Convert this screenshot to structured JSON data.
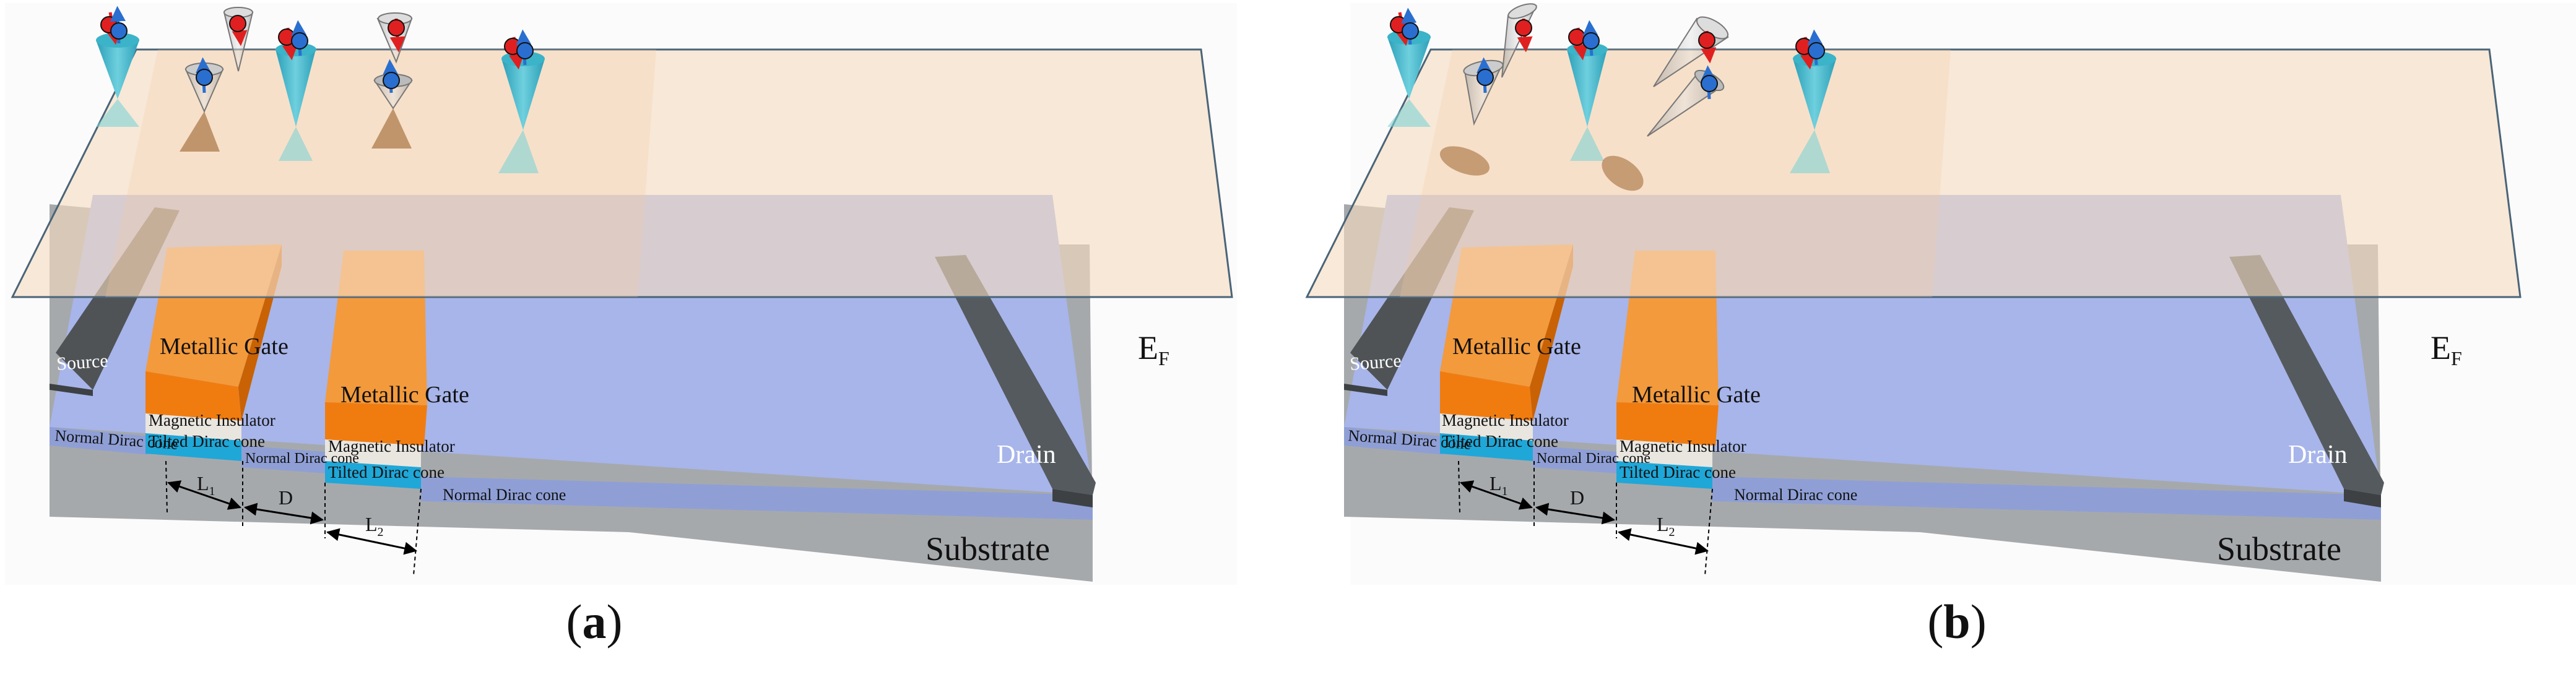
{
  "panels": [
    {
      "id": "a",
      "caption_letter": "a",
      "labels": {
        "source": "Source",
        "drain": "Drain",
        "substrate": "Substrate",
        "ef": "E",
        "ef_sub": "F",
        "gate1": "Metallic Gate",
        "gate2": "Metallic Gate",
        "mag1": "Magnetic Insulator",
        "mag2": "Magnetic Insulator",
        "tilted1": "Tilted Dirac cone",
        "tilted2": "Tilted Dirac cone",
        "normal_left": "Normal Dirac cone",
        "normal_mid": "Normal Dirac cone",
        "normal_right": "Normal Dirac cone",
        "l1": "L",
        "l1_sub": "1",
        "d": "D",
        "l2": "L",
        "l2_sub": "2"
      }
    },
    {
      "id": "b",
      "caption_letter": "b",
      "labels": {
        "source": "Source",
        "drain": "Drain",
        "substrate": "Substrate",
        "ef": "E",
        "ef_sub": "F",
        "gate1": "Metallic Gate",
        "gate2": "Metallic Gate",
        "mag1": "Magnetic Insulator",
        "mag2": "Magnetic Insulator",
        "tilted1": "Tilted Dirac cone",
        "tilted2": "Tilted Dirac cone",
        "normal_left": "Normal Dirac cone",
        "normal_mid": "Normal Dirac cone",
        "normal_right": "Normal Dirac cone",
        "l1": "L",
        "l1_sub": "1",
        "d": "D",
        "l2": "L",
        "l2_sub": "2"
      }
    }
  ],
  "colors": {
    "plane": "#f6dcc0",
    "gate": "#f07c10",
    "gate_top": "#f39a3c",
    "magnetic": "#e9e6e0",
    "tilted": "#1fa7d8",
    "normal": "#8f9fd6",
    "channel": "#a7b5ea",
    "substrate": "#a6a9ac",
    "electrode": "#4f5356",
    "cone": "#3bb3c8",
    "spin_up": "#2a6fd0",
    "spin_down": "#e02020"
  }
}
